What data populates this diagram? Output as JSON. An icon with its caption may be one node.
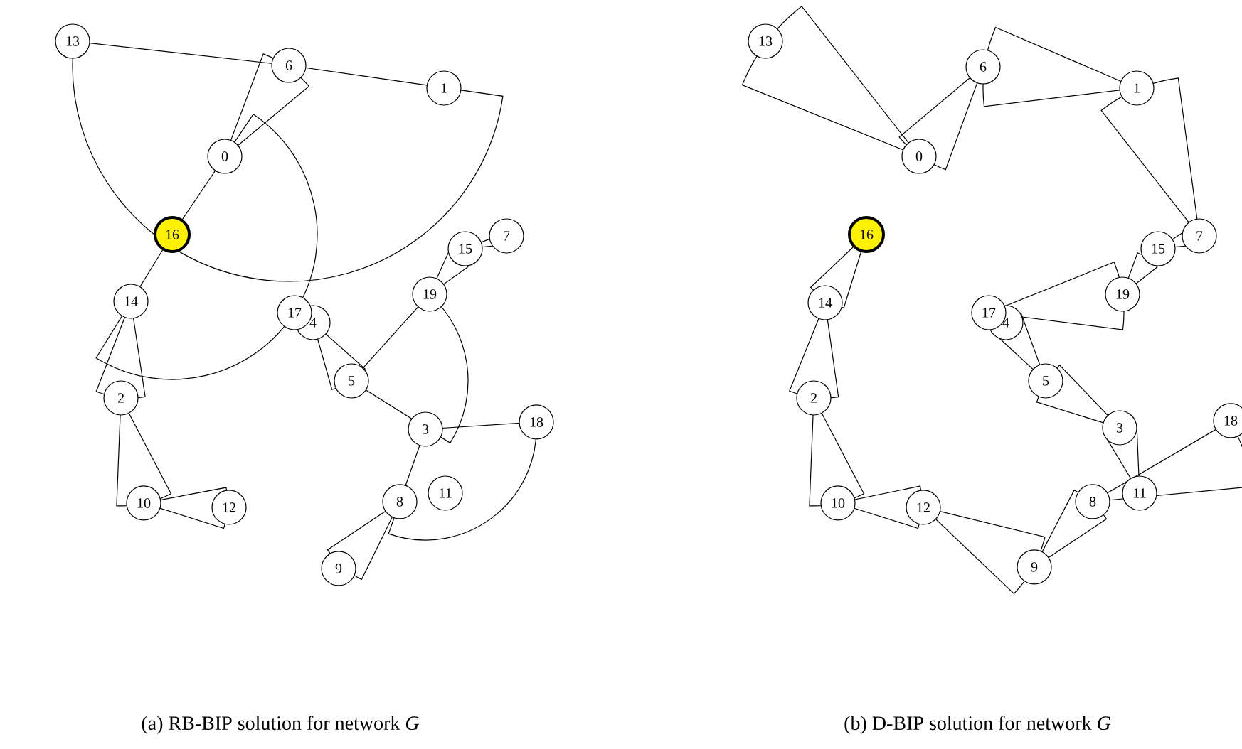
{
  "diagram": {
    "nodes": [
      {
        "text": [
          "13"
        ]
      },
      {
        "text": [
          "6"
        ]
      },
      {
        "text": [
          "1"
        ]
      },
      {
        "text": [
          "0"
        ]
      },
      {
        "text": [
          "16"
        ]
      },
      {
        "text": [
          "7"
        ]
      },
      {
        "text": [
          "15"
        ]
      },
      {
        "text": [
          "19"
        ]
      },
      {
        "text": [
          "14"
        ]
      },
      {
        "text": [
          "4"
        ]
      },
      {
        "text": [
          "17"
        ]
      },
      {
        "text": [
          "5"
        ]
      },
      {
        "text": [
          "2"
        ]
      },
      {
        "text": [
          "18"
        ]
      },
      {
        "text": [
          "3"
        ]
      },
      {
        "text": [
          "11"
        ]
      },
      {
        "text": [
          "8"
        ]
      },
      {
        "text": [
          "10"
        ]
      },
      {
        "text": [
          "12"
        ]
      },
      {
        "text": [
          "9"
        ]
      },
      {
        "text": [
          "13"
        ]
      },
      {
        "text": [
          "6"
        ]
      },
      {
        "text": [
          "1"
        ]
      },
      {
        "text": [
          "0"
        ]
      },
      {
        "text": [
          "16"
        ]
      },
      {
        "text": [
          "7"
        ]
      },
      {
        "text": [
          "15"
        ]
      },
      {
        "text": [
          "19"
        ]
      },
      {
        "text": [
          "14"
        ]
      },
      {
        "text": [
          "4"
        ]
      },
      {
        "text": [
          "17"
        ]
      },
      {
        "text": [
          "5"
        ]
      },
      {
        "text": [
          "2"
        ]
      },
      {
        "text": [
          "18"
        ]
      },
      {
        "text": [
          "3"
        ]
      },
      {
        "text": [
          "11"
        ]
      },
      {
        "text": [
          "8"
        ]
      },
      {
        "text": [
          "10"
        ]
      },
      {
        "text": [
          "12"
        ]
      },
      {
        "text": [
          "9"
        ]
      }
    ],
    "labels": [
      "(a) RB-BIP solution for network *G*",
      "(b) D-BIP solution for network *G*"
    ]
  }
}
